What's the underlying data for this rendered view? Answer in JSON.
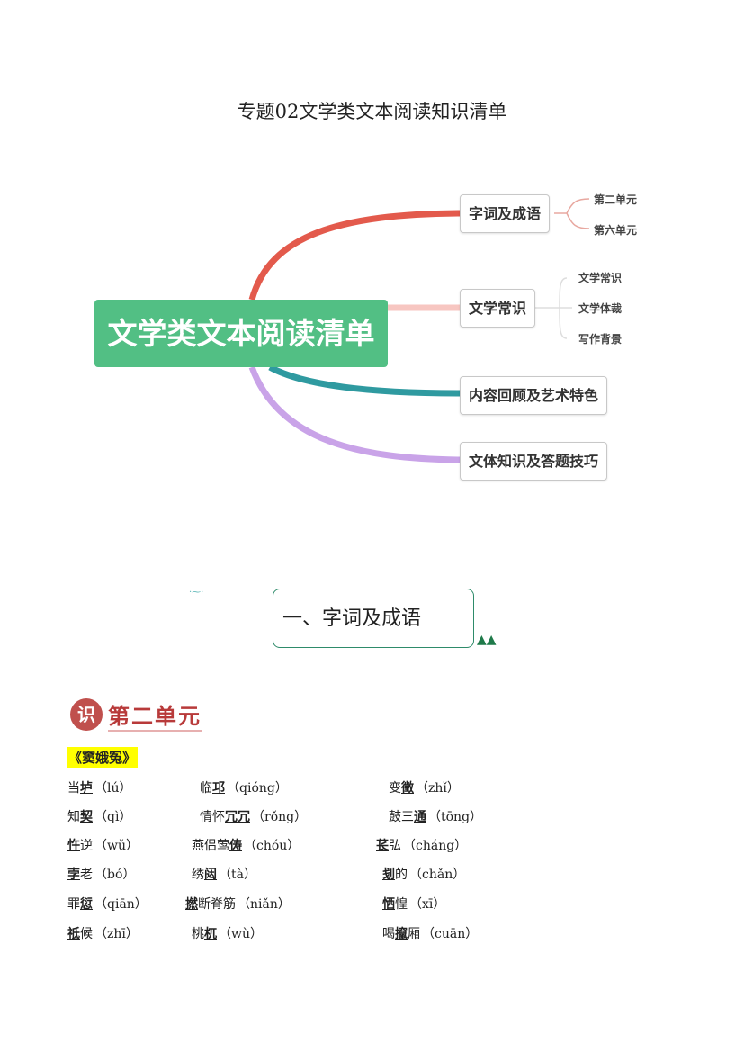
{
  "title": "专题02文学类文本阅读知识清单",
  "mindmap": {
    "center": "文学类文本阅读清单",
    "branches": [
      {
        "label": "字词及成语",
        "color": "#e35a4c",
        "children": [
          "第二单元",
          "第六单元"
        ]
      },
      {
        "label": "文学常识",
        "color": "#f7c6c1",
        "children": [
          "文学常识",
          "文学体裁",
          "写作背景"
        ]
      },
      {
        "label": "内容回顾及艺术特色",
        "color": "#2f9aa0",
        "children": []
      },
      {
        "label": "文体知识及答题技巧",
        "color": "#c9a3e8",
        "children": []
      }
    ]
  },
  "section_heading": "一、字词及成语",
  "unit_badge": "识",
  "unit_heading": "第二单元",
  "work_title": "《窦娥冤》",
  "vocab_rows": [
    [
      {
        "pre": "当",
        "bold": "垆",
        "post": "",
        "py": "（lú）"
      },
      {
        "pre": "临",
        "bold": "邛",
        "post": "",
        "py": "（qióng）"
      },
      {
        "pre": "变",
        "bold": "徵",
        "post": "",
        "py": "（zhǐ）"
      }
    ],
    [
      {
        "pre": "知",
        "bold": "契",
        "post": "",
        "py": "（qì）"
      },
      {
        "pre": "情怀",
        "bold": "冗冗",
        "post": "",
        "py": "（rǒng）"
      },
      {
        "pre": "鼓三",
        "bold": "通",
        "post": "",
        "py": "（tōng）"
      }
    ],
    [
      {
        "pre": "",
        "bold": "忤",
        "post": "逆",
        "py": "（wǔ）"
      },
      {
        "pre": "燕侣莺",
        "bold": "俦",
        "post": "",
        "py": "（chóu）"
      },
      {
        "pre": "",
        "bold": "苌",
        "post": "弘",
        "py": "（cháng）"
      }
    ],
    [
      {
        "pre": "",
        "bold": "孛",
        "post": "老",
        "py": "（bó）"
      },
      {
        "pre": "绣",
        "bold": "闼",
        "post": "",
        "py": "（tà）"
      },
      {
        "pre": "",
        "bold": "刬",
        "post": "的",
        "py": "（chǎn）"
      }
    ],
    [
      {
        "pre": "罪",
        "bold": "愆",
        "post": "",
        "py": "（qiān）"
      },
      {
        "pre": "",
        "bold": "撚",
        "post": "断脊筋",
        "py": "（niǎn）"
      },
      {
        "pre": "",
        "bold": "恓",
        "post": "惶",
        "py": "（xī）"
      }
    ],
    [
      {
        "pre": "",
        "bold": "祗",
        "post": "候",
        "py": "（zhī）"
      },
      {
        "pre": "桃",
        "bold": "杌",
        "post": "",
        "py": "（wù）"
      },
      {
        "pre": "喝",
        "bold": "攛",
        "post": "厢",
        "py": "（cuān）"
      }
    ]
  ]
}
